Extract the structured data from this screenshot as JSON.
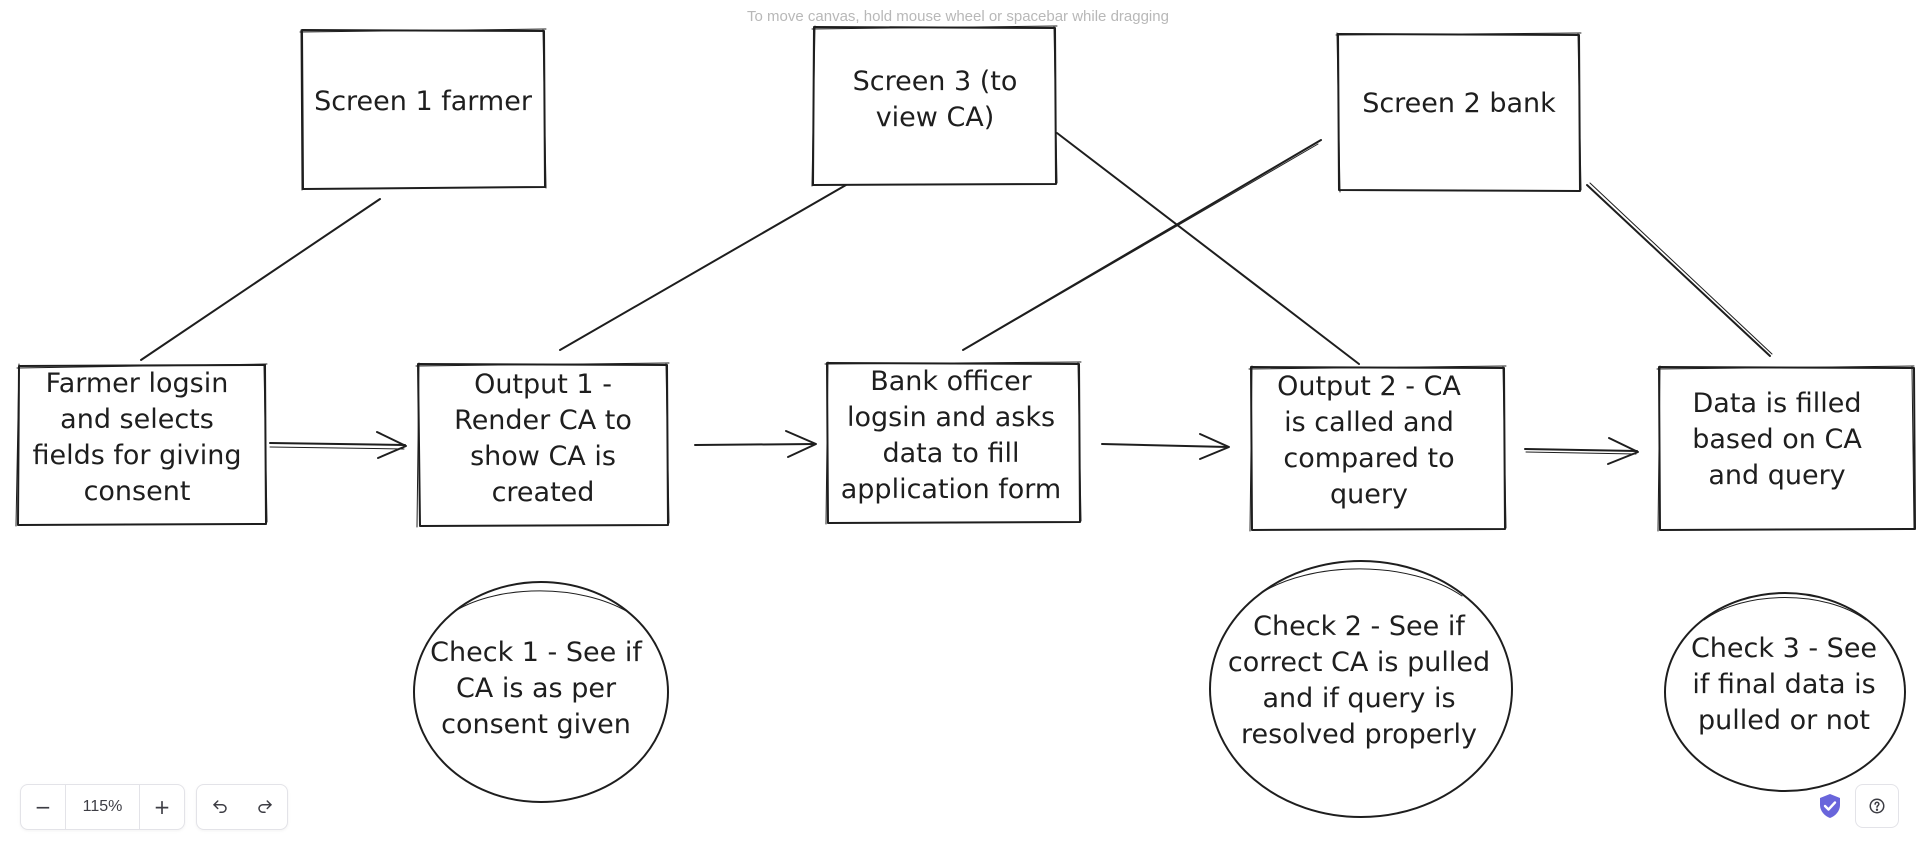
{
  "canvas_hint": "To move canvas, hold mouse wheel or spacebar while dragging",
  "colors": {
    "stroke": "#1e1e1e",
    "hint": "#b8b8b8",
    "accent": "#6965db"
  },
  "screens": [
    {
      "id": "screen-1",
      "lines": [
        "Screen 1 farmer"
      ]
    },
    {
      "id": "screen-3",
      "lines": [
        "Screen 3 (to",
        "view CA)"
      ]
    },
    {
      "id": "screen-2",
      "lines": [
        "Screen 2 bank"
      ]
    }
  ],
  "steps": [
    {
      "id": "step-farmer-login",
      "lines": [
        "Farmer logsin",
        "and selects",
        "fields for giving",
        "consent"
      ]
    },
    {
      "id": "step-output-1",
      "lines": [
        "Output 1 -",
        "Render CA to",
        "show CA is",
        "created"
      ]
    },
    {
      "id": "step-bank-officer",
      "lines": [
        "Bank officer",
        "logsin and asks",
        "data to fill",
        "application form"
      ]
    },
    {
      "id": "step-output-2",
      "lines": [
        "Output 2 - CA",
        "is called and",
        "compared to",
        "query"
      ]
    },
    {
      "id": "step-data-filled",
      "lines": [
        "Data is filled",
        "based on CA",
        "and query"
      ]
    }
  ],
  "checks": [
    {
      "id": "check-1",
      "lines": [
        "Check 1 - See if",
        "CA is as per",
        "consent given"
      ]
    },
    {
      "id": "check-2",
      "lines": [
        "Check 2 - See if",
        "correct CA is pulled",
        "and if query is",
        "resolved properly"
      ]
    },
    {
      "id": "check-3",
      "lines": [
        "Check 3 - See",
        "if final data is",
        "pulled or not"
      ]
    }
  ],
  "toolbar": {
    "zoom_out_symbol": "−",
    "zoom_level": "115%",
    "zoom_in_symbol": "+",
    "undo_icon": "undo-icon",
    "redo_icon": "redo-icon"
  },
  "footer": {
    "shield_icon": "shield-check-icon",
    "help_icon": "help-icon"
  }
}
